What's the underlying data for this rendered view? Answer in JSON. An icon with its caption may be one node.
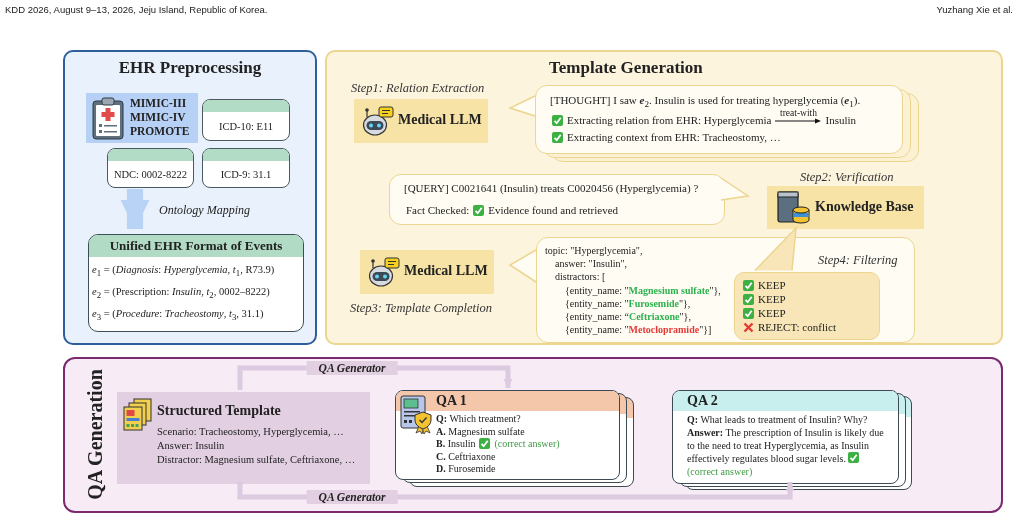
{
  "diagram": {
    "nodes": [
      {
        "text": [
          "EHR Preprocessing"
        ]
      },
      {
        "text": [
          "MIMIC-III",
          "MIMIC-IV",
          "PROMOTE"
        ],
        "in": 0
      },
      {
        "text": [
          "ICD-10: E11"
        ],
        "in": 0
      },
      {
        "text": [
          "NDC: 0002-8222"
        ],
        "in": 0
      },
      {
        "text": [
          "ICD-9: 31.1"
        ],
        "in": 0
      },
      {
        "text": [
          "Unified EHR Format of Events",
          "*e*$_{1}$ = (*Diagnosis*: *Hyperglycemia*, *t*$_{1}$, R73.9)",
          "*e*$_{2}$ = (Prescription: *Insulin*, *t*$_{2}$, 0002–8222)",
          "*e*$_{3}$ = (*Procedure*: *Tracheostomy*, *t*$_{3}$, 31.1)"
        ],
        "in": 0
      },
      {
        "text": [
          "Template Generation"
        ]
      },
      {
        "text": [
          "Medical LLM"
        ],
        "in": 6,
        "beside": [
          "Step1: Relation Extraction"
        ]
      },
      {
        "text": [
          "[THOUGHT] I saw **e**$_{2}$. Insulin is used for treating hyperglycemia (**e**$_{1}$).",
          "Extracting relation from EHR: Hyperglycemia",
          "treat-with",
          "Insulin",
          "Extracting context from EHR: Tracheostomy, …"
        ],
        "in": 6
      },
      {
        "text": [
          "[QUERY] C0021641 (Insulin) treats C0020456 (Hyperglycemia) ?",
          "Fact Checked:",
          "Evidence found and retrieved"
        ],
        "in": 6
      },
      {
        "text": [
          "Knowledge Base"
        ],
        "in": 6,
        "beside": [
          "Step2: Verification"
        ]
      },
      {
        "text": [
          "Medical LLM"
        ],
        "in": 6,
        "beside": [
          "Step3: Template Completion"
        ]
      },
      {
        "text": [
          "topic: \"Hyperglycemia\",",
          "answer: \"Insulin\",",
          "distractors: [",
          "{entity_name: \"**Magnesium sulfate**\"},",
          "{entity_name: \"**Furosemide**\"},",
          "{entity_name: “**Ceftriaxone**\"},",
          "{entity_name: \"**Metoclopramide**\"}]"
        ],
        "in": 6
      },
      {
        "text": [
          "KEEP",
          "KEEP",
          "KEEP",
          "REJECT: conflict"
        ],
        "in": 12,
        "beside": [
          "Step4: Filtering"
        ]
      },
      {
        "text": [
          "QA Generation"
        ]
      },
      {
        "text": [
          "Structured Template",
          "Scenario: Tracheostomy, Hyperglycemia, …",
          "Answer: Insulin",
          "Distractor: Magnesium sulfate, Ceftriaxone, …"
        ],
        "in": 14
      },
      {
        "text": [
          "QA 1",
          "**Q:** Which treatment?",
          "**A.** Magnesium sulfate",
          "**B.** Insulin",
          "(correct answer)",
          "**C.** Ceftriaxone",
          "**D.** Furosemide"
        ],
        "in": 14
      },
      {
        "text": [
          "QA 2",
          "**Q:** What leads to treatment of Insulin? Why?",
          "**Answer:** The prescription of Insulin is likely due to the need to treat Hyperglycemia, as Insulin effectively regulates blood sugar levels.",
          "(correct answer)"
        ],
        "in": 14
      }
    ],
    "edges": [
      {
        "from": 3,
        "to": 5,
        "arrow": "to",
        "label": "Ontology Mapping",
        "style": "thick",
        "color": "#b8d3f6"
      },
      {
        "from": 15,
        "to": 16,
        "arrow": "to",
        "label": "QA Generator"
      },
      {
        "from": 15,
        "to": 17,
        "arrow": "to",
        "label": "QA Generator"
      }
    ],
    "labels": [
      "KDD 2026, August 9–13, 2026, Jeju Island, Republic of Korea.",
      "Yuzhang Xie et al."
    ]
  }
}
